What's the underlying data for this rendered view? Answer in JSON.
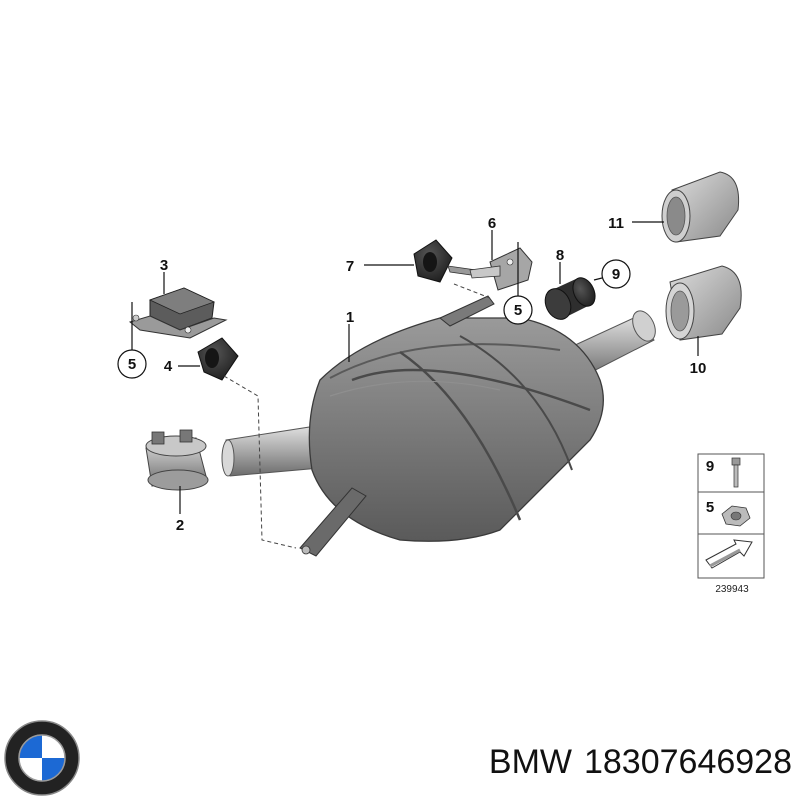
{
  "callouts": {
    "c1": "1",
    "c2": "2",
    "c3": "3",
    "c4": "4",
    "c5a": "5",
    "c5b": "5",
    "c6": "6",
    "c7": "7",
    "c8": "8",
    "c9": "9",
    "c10": "10",
    "c11": "11"
  },
  "legend": {
    "item_top": "9",
    "item_bottom": "5",
    "ref_number": "239943"
  },
  "footer": {
    "brand": "BMW",
    "part_number": "18307646928"
  },
  "colors": {
    "metal_dark": "#6e6e6e",
    "metal_mid": "#8c8c8c",
    "metal_light": "#c4c4c4",
    "rubber": "#2b2b2b",
    "bmw_blue": "#1c69d4",
    "line": "#111111"
  },
  "icons": [
    "bmw-logo-icon",
    "arrow-icon"
  ]
}
